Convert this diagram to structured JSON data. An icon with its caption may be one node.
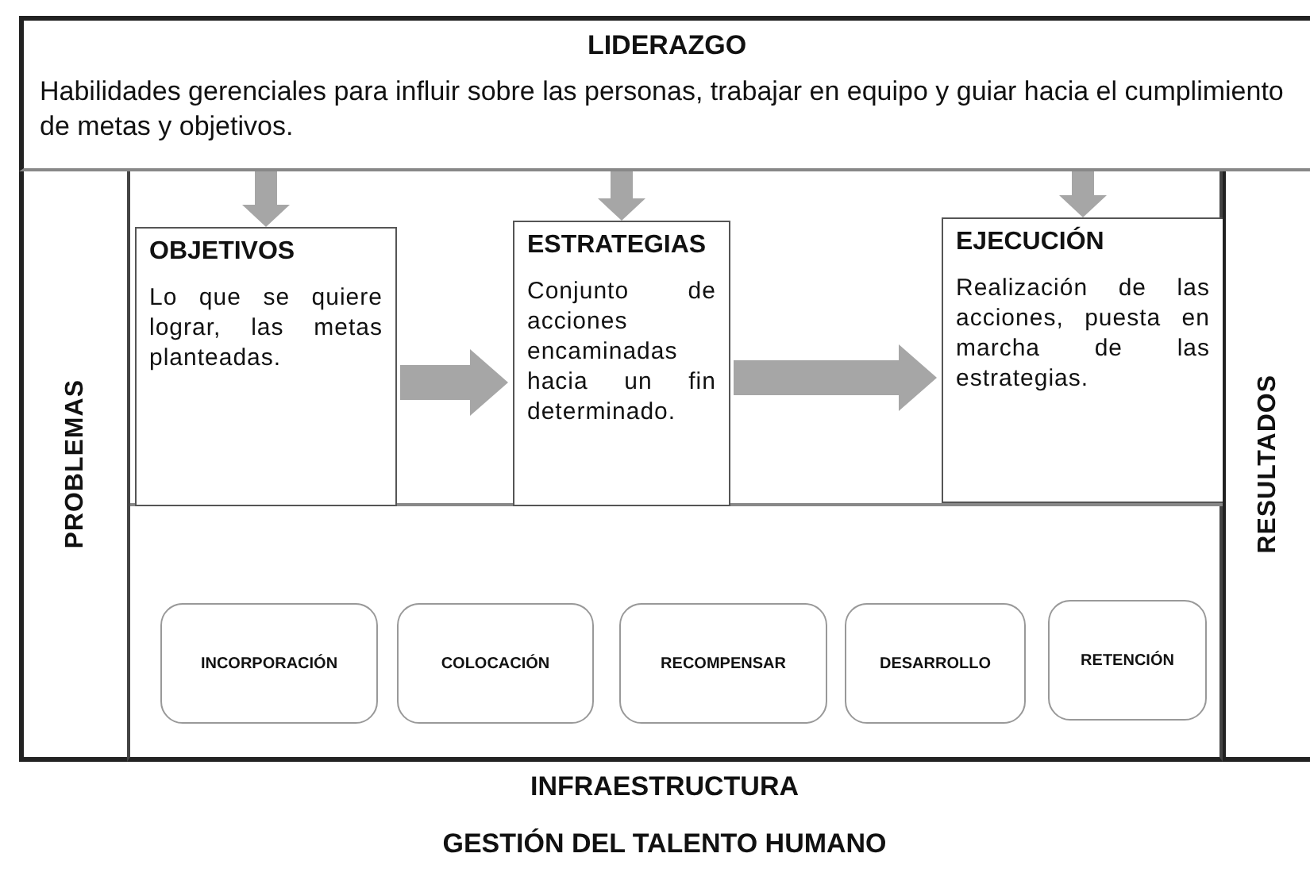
{
  "diagram": {
    "nodes": [
      {
        "text": [
          "LIDERAZGO",
          "Habilidades gerenciales para influir sobre las personas, trabajar en equipo y guiar hacia el cumplimiento de metas y objetivos."
        ]
      },
      {
        "text": [
          "PROBLEMAS"
        ]
      },
      {
        "text": [],
        "shape": "box"
      },
      {
        "text": [
          "RESULTADOS"
        ]
      },
      {
        "text": [
          "OBJETIVOS",
          "Lo que se quiere lograr, las metas planteadas."
        ],
        "in": 2
      },
      {
        "text": [
          "ESTRATEGIAS",
          "Conjunto de acciones encaminadas hacia un fin determinado."
        ],
        "in": 2
      },
      {
        "text": [
          "EJECUCIÓN",
          "Realización de las acciones, puesta en marcha de las estrategias."
        ],
        "in": 2
      },
      {
        "text": [
          "INCORPORACIÓN"
        ],
        "in": 2
      },
      {
        "text": [
          "COLOCACIÓN"
        ],
        "in": 2
      },
      {
        "text": [
          "RECOMPENSAR"
        ],
        "in": 2
      },
      {
        "text": [
          "DESARROLLO"
        ],
        "in": 2
      },
      {
        "text": [
          "RETENCIÓN"
        ],
        "in": 2
      }
    ],
    "edges": [
      {
        "from": 0,
        "to": 4,
        "arrow": "to"
      },
      {
        "from": 0,
        "to": 5,
        "arrow": "to"
      },
      {
        "from": 0,
        "to": 6,
        "arrow": "to"
      },
      {
        "from": 4,
        "to": 5,
        "arrow": "to"
      },
      {
        "from": 5,
        "to": 6,
        "arrow": "to"
      }
    ],
    "labels": [
      "INFRAESTRUCTURA",
      "GESTIÓN DEL TALENTO HUMANO"
    ]
  }
}
